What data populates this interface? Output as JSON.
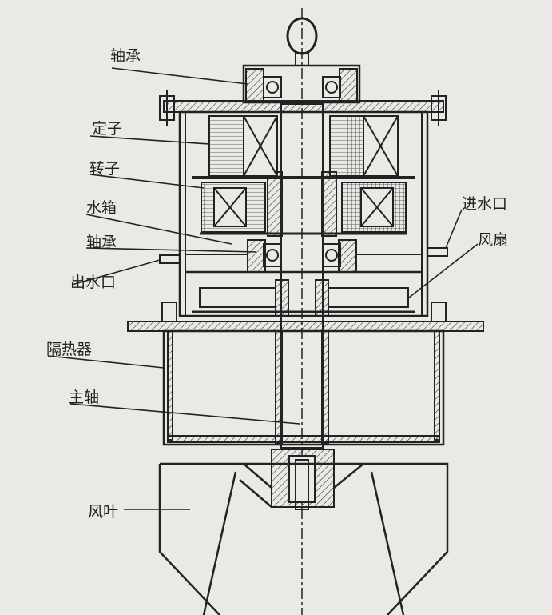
{
  "labels": {
    "bearing_top": "轴承",
    "stator": "定子",
    "rotor": "转子",
    "water_tank": "水箱",
    "bearing_bottom": "轴承",
    "water_outlet": "出水口",
    "water_inlet": "进水口",
    "fan": "风扇",
    "heat_insulator": "隔热器",
    "main_shaft": "主轴",
    "fan_blade": "风叶"
  }
}
